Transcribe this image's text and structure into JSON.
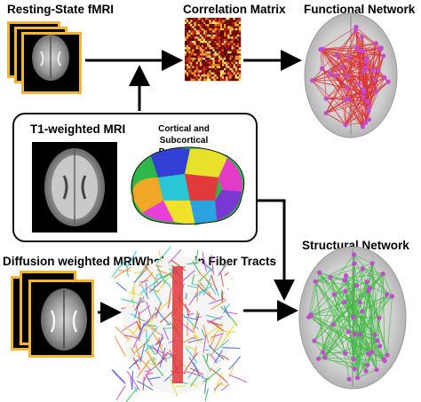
{
  "labels": {
    "resting_fmri": "Resting-State fMRI",
    "correlation_matrix": "Correlation Matrix",
    "functional_network": "Functional Network",
    "t1_mri": "T1-weighted MRI",
    "parcellation": "Cortical and Subcortical Parcellation",
    "structural_network": "Structural Network",
    "diffusion_mri": "Diffusion weighted MRI",
    "fiber_tracts": "Whole Brain Fiber Tracts"
  },
  "colors": {
    "stack_border": "#f2b531",
    "functional_edges": "#d93030",
    "structural_edges": "#3fb83f",
    "nodes": "#c44bd1",
    "arrow": "#000000"
  },
  "icons": {
    "fmri": "brain-scan-stack-icon",
    "t1": "brain-axial-slice-icon",
    "parcellation": "parcellated-brain-icon",
    "matrix": "correlation-matrix-icon",
    "functional": "functional-network-brain-icon",
    "structural": "structural-network-brain-icon",
    "dwi": "diffusion-scan-stack-icon",
    "tracts": "fiber-tracts-icon"
  }
}
